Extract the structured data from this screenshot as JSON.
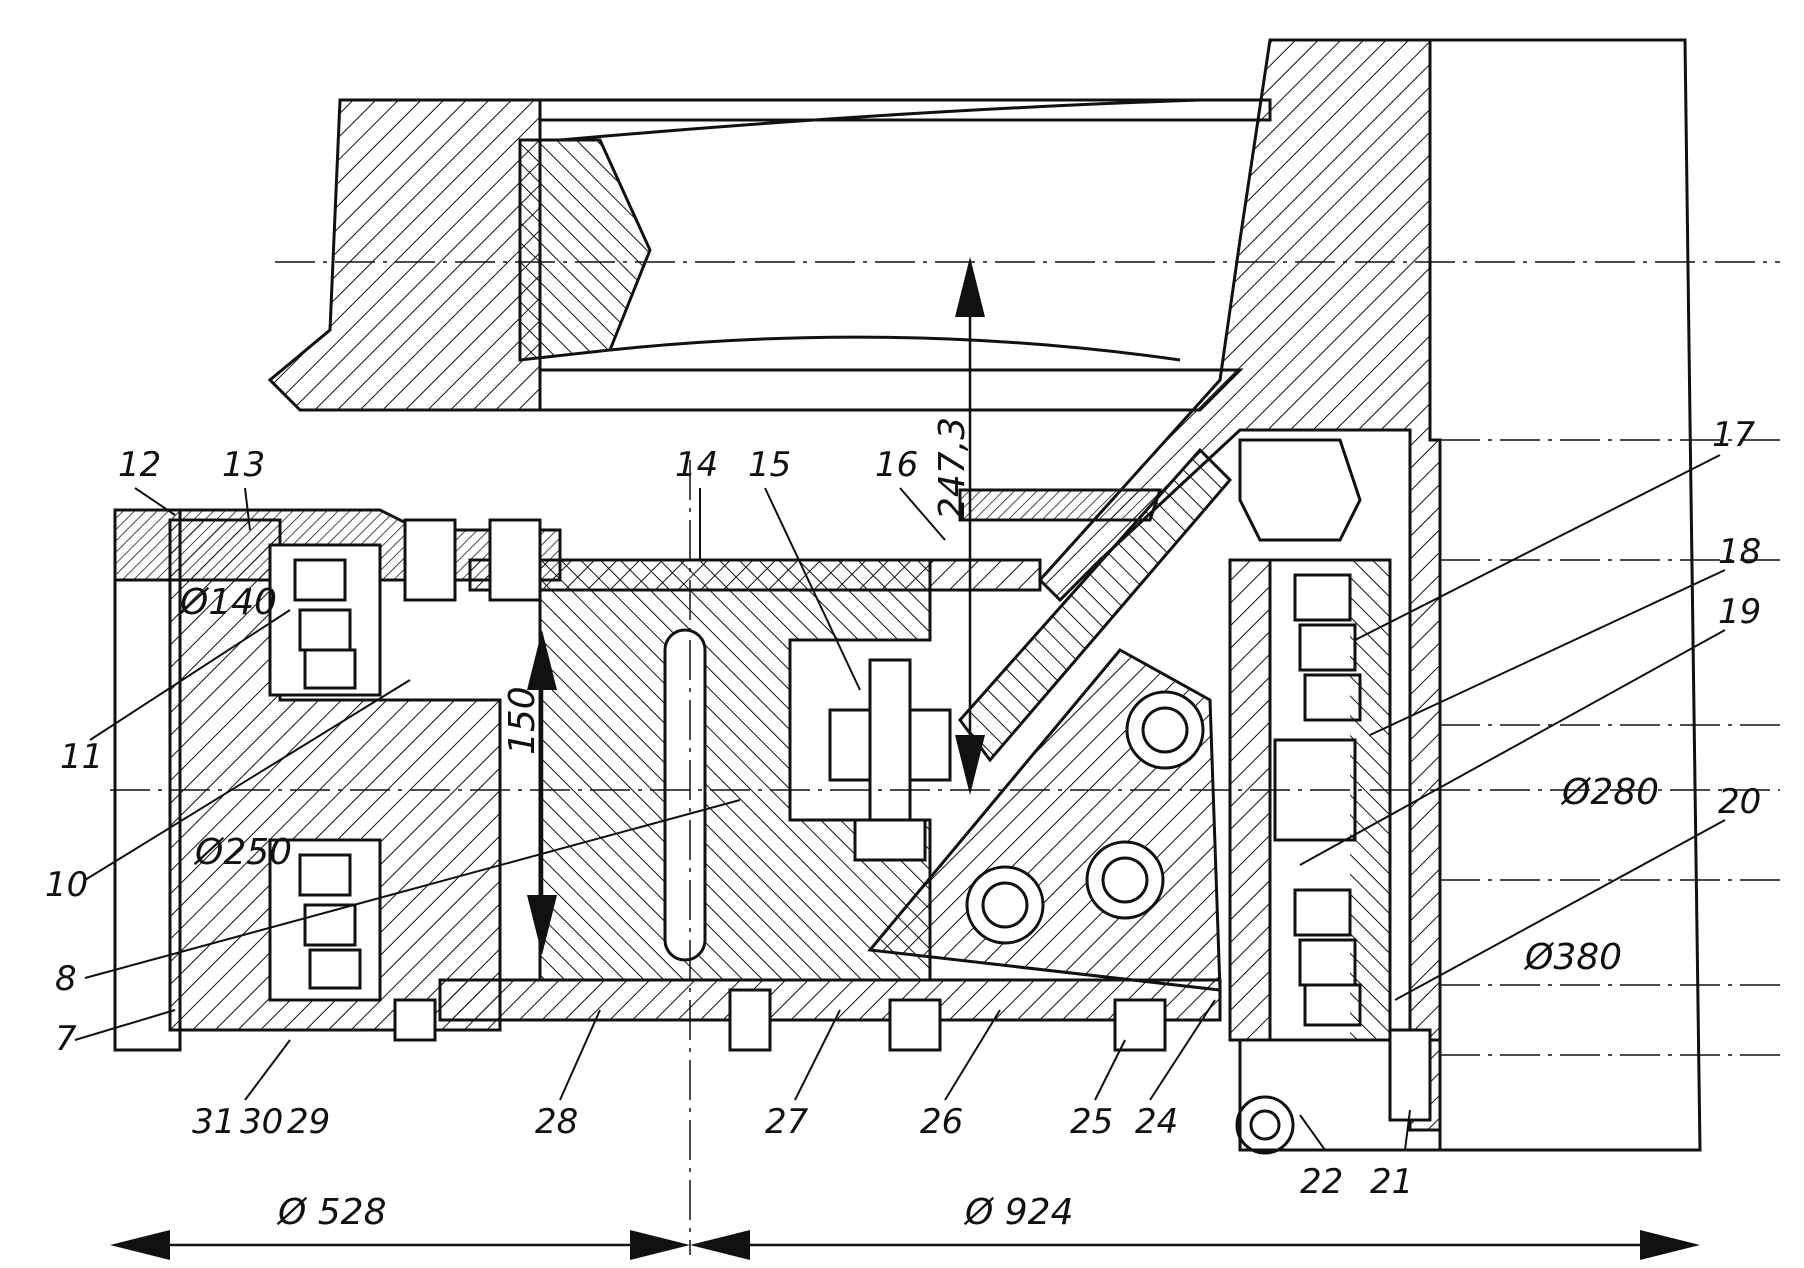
{
  "drawing": {
    "ink_color": "#111111",
    "paper_color": "#ffffff",
    "part_numbers": [
      "7",
      "8",
      "10",
      "11",
      "12",
      "13",
      "14",
      "15",
      "16",
      "17",
      "18",
      "19",
      "20",
      "21",
      "22",
      "24",
      "25",
      "26",
      "27",
      "28",
      "29",
      "30",
      "31"
    ],
    "dimensions": {
      "d140": "Ø140",
      "d250": "Ø250",
      "d280": "Ø280",
      "d380": "Ø380",
      "d528": "Ø 528",
      "d924": "Ø 924",
      "h150": "150",
      "h247": "247,3"
    }
  }
}
